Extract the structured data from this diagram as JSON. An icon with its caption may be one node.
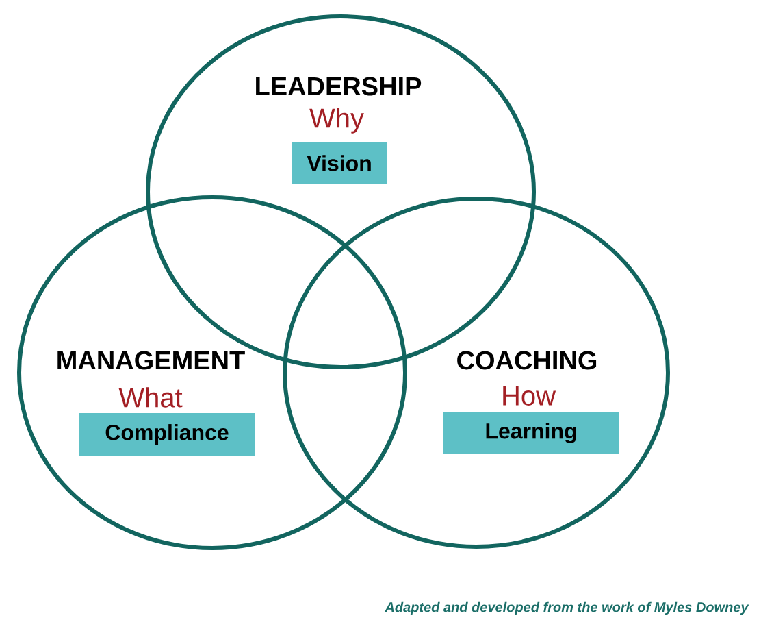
{
  "diagram": {
    "caption": "Adapted and developed from the work of Myles Downey",
    "nodes": [
      {
        "text": [
          "LEADERSHIP",
          "Why"
        ]
      },
      {
        "text": [
          "Vision"
        ],
        "in": 0
      },
      {
        "text": [
          "MANAGEMENT",
          "What"
        ]
      },
      {
        "text": [
          "Compliance"
        ],
        "in": 2
      },
      {
        "text": [
          "COACHING",
          "How"
        ]
      },
      {
        "text": [
          "Learning"
        ],
        "in": 4
      }
    ]
  }
}
